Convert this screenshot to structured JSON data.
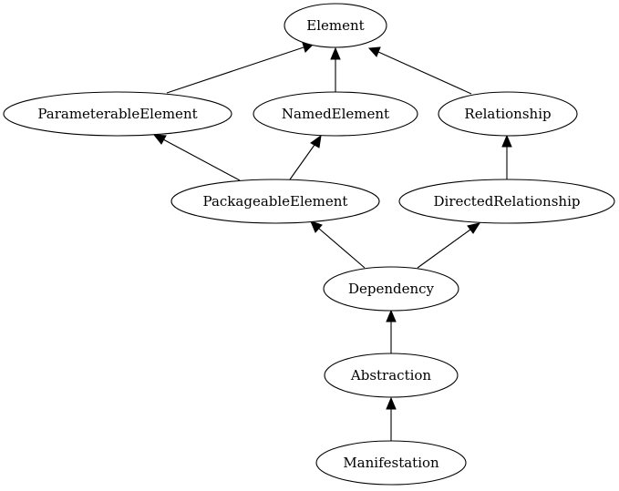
{
  "diagram": {
    "type": "uml-class-hierarchy",
    "nodes": {
      "element": "Element",
      "parameterable_element": "ParameterableElement",
      "named_element": "NamedElement",
      "relationship": "Relationship",
      "packageable_element": "PackageableElement",
      "directed_relationship": "DirectedRelationship",
      "dependency": "Dependency",
      "abstraction": "Abstraction",
      "manifestation": "Manifestation"
    },
    "edges": [
      {
        "from": "ParameterableElement",
        "to": "Element"
      },
      {
        "from": "NamedElement",
        "to": "Element"
      },
      {
        "from": "Relationship",
        "to": "Element"
      },
      {
        "from": "PackageableElement",
        "to": "ParameterableElement"
      },
      {
        "from": "PackageableElement",
        "to": "NamedElement"
      },
      {
        "from": "DirectedRelationship",
        "to": "Relationship"
      },
      {
        "from": "Dependency",
        "to": "PackageableElement"
      },
      {
        "from": "Dependency",
        "to": "DirectedRelationship"
      },
      {
        "from": "Abstraction",
        "to": "Dependency"
      },
      {
        "from": "Manifestation",
        "to": "Abstraction"
      }
    ],
    "colors": {
      "stroke": "#000000",
      "fill": "#ffffff",
      "text": "#000000"
    }
  }
}
